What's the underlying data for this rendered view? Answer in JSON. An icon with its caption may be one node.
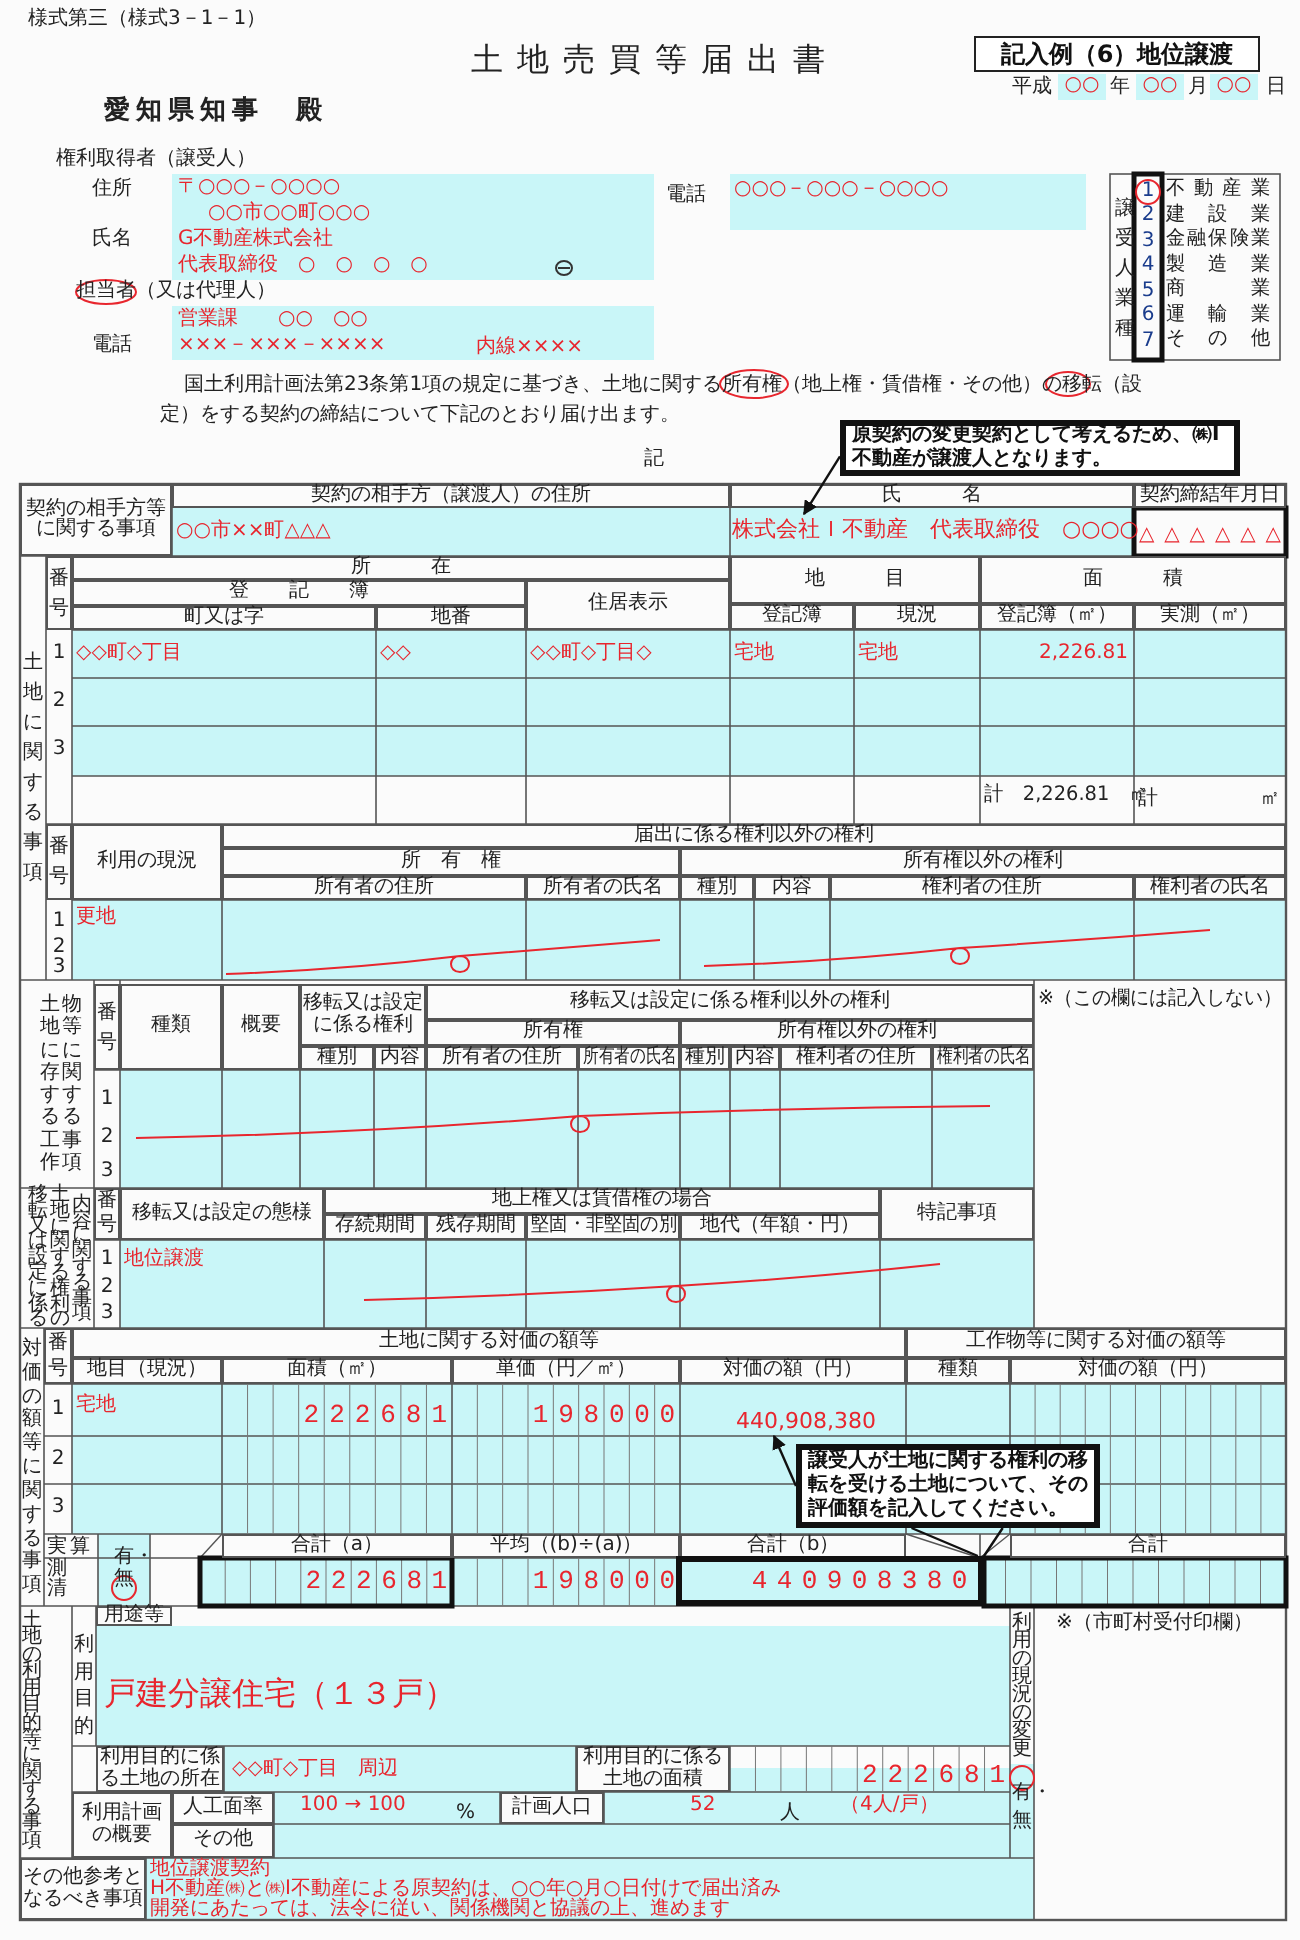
{
  "diagram": {
    "title": "土地売買等届出書",
    "nodes": [
      {
        "text": [
          "記入例（6）地位譲渡"
        ]
      },
      {
        "text": [
          "原契約の変更契約として考えるため、㈱I不動産が譲渡人となります。"
        ]
      },
      {
        "text": [
          "株式会社Ｉ不動産　代表取締役　○○○○"
        ]
      },
      {
        "text": [
          "譲受人が土地に関する権利の移転を受ける土地について、その評価額を記入してください。"
        ]
      },
      {
        "text": [
          "440,908,380"
        ]
      },
      {
        "text": [
          "4 4 0 9 0 8 3 8 0"
        ]
      }
    ],
    "edges": [
      {
        "from": 1,
        "to": 2,
        "arrow": "to"
      },
      {
        "from": 3,
        "to": 4,
        "arrow": "to"
      },
      {
        "from": 3,
        "to": 5,
        "arrow": "none"
      },
      {
        "from": 3,
        "to": 5,
        "arrow": "none"
      }
    ],
    "labels": [
      "様式第三（様式3－1－1）",
      "平成",
      "○○",
      "年",
      "○○",
      "月",
      "○○",
      "日",
      "愛知県知事　殿",
      "権利取得者（譲受人）",
      "住所",
      "〒○○○－○○○○",
      "○○市○○町○○○",
      "氏名",
      "G不動産株式会社",
      "代表取締役　○　○　○　○",
      "担当者（又は代理人）",
      "営業課　　○○　○○",
      "電話",
      "×××－×××－××××",
      "内線××××",
      "電話",
      "○○○－○○○－○○○○",
      "譲受人業種",
      "1",
      "2",
      "3",
      "4",
      "5",
      "6",
      "7",
      "不動産業",
      "建設業",
      "金融保険業",
      "製造業",
      "商業",
      "運輸業",
      "その他",
      "国土利用計画法第23条第1項の規定に基づき、土地に関する所有権（地上権・賃借権・その他）の移転（設定）をする契約の締結について下記のとおり届け出ます。",
      "記",
      "契約の相手方等に関する事項",
      "契約の相手方（譲渡人）の住所",
      "氏　　　名",
      "契約締結年月日",
      "○○市××町△△△",
      "△",
      "△",
      "△",
      "△",
      "△",
      "△",
      "土地に関する事項",
      "番号",
      "所　　　在",
      "地　　　目",
      "面　　　積",
      "登　　記　　簿",
      "住居表示",
      "町又は字",
      "地番",
      "登記簿",
      "現況",
      "登記簿（㎡）",
      "実測（㎡）",
      "1",
      "◇◇町◇丁目",
      "◇◇",
      "◇◇町◇丁目◇",
      "宅地",
      "宅地",
      "2,226.81",
      "2",
      "3",
      "計　2,226.81　㎡",
      "計",
      "㎡",
      "番号",
      "利用の現況",
      "届出に係る権利以外の権利",
      "所　有　権",
      "所有権以外の権利",
      "所有者の住所",
      "所有者の氏名",
      "種別",
      "内容",
      "権利者の住所",
      "権利者の氏名",
      "1",
      "2",
      "3",
      "更地",
      "土地に存する工作",
      "物等に関する事項",
      "番号",
      "種類",
      "概要",
      "移転又は設定に係る権利",
      "移転又は設定に係る権利以外の権利",
      "所有権",
      "所有権以外の権利",
      "種別",
      "内容",
      "所有者の住所",
      "所有者の氏名",
      "種別",
      "内容",
      "権利者の住所",
      "権利者の氏名",
      "※（この欄には記入しない）",
      "1",
      "2",
      "3",
      "移転又は設定に係る",
      "土地に関する権利の",
      "内容に関する事項",
      "番号",
      "移転又は設定の態様",
      "地上権又は賃借権の場合",
      "特記事項",
      "存続期間",
      "残存期間",
      "堅固・非堅固の別",
      "地代（年額・円）",
      "1",
      "2",
      "3",
      "地位譲渡",
      "対価の額等に関する事項",
      "番号",
      "土地に関する対価の額等",
      "工作物等に関する対価の額等",
      "地目（現況）",
      "面積（㎡）",
      "単価（円／㎡）",
      "対価の額（円）",
      "種類",
      "対価の額（円）",
      "1",
      "2",
      "3",
      "宅地",
      "2 2 2 6 8 1",
      "1 9 8 0 0 0",
      "実測清",
      "算",
      "有・無",
      "合計（a）",
      "平均（(b)÷(a)）",
      "合計（b）",
      "合計",
      "2 2 2 6 8 1",
      "1 9 8 0 0 0",
      "土地の利用目的等に関する事項",
      "利用目的",
      "用途等",
      "戸建分譲住宅（１３戸）",
      "利用目的に係る土地の所在",
      "◇◇町◇丁目　周辺",
      "利用目的に係る土地の面積",
      "2 2 2 6 8 1",
      "利用の現況の変更",
      "有・無",
      "※（市町村受付印欄）",
      "利用計画の概要",
      "人工面率",
      "100 → 100",
      "%",
      "計画人口",
      "52",
      "人",
      "（4人/戸）",
      "その他",
      "その他参考となるべき事項",
      "地位譲渡契約",
      "H不動産㈱と㈱I不動産による原契約は、○○年○月○日付けで届出済み",
      "開発にあたっては、法令に従い、関係機関と協議の上、進めます"
    ]
  }
}
